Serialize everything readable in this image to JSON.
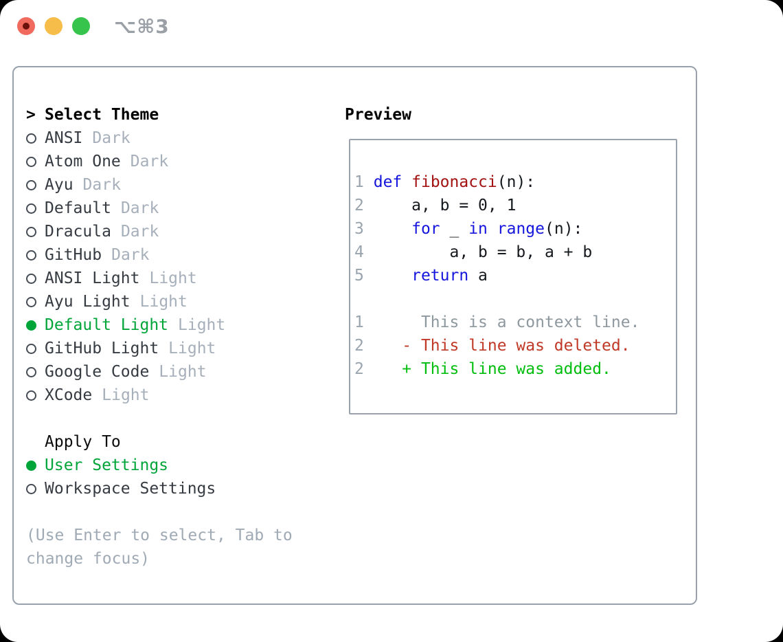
{
  "window": {
    "shortcut_label": "⌥⌘3"
  },
  "colors": {
    "selected_green": "#00a53a",
    "added_green": "#00bd0e",
    "deleted_red": "#c03927",
    "keyword_blue": "#1515dd",
    "function_red": "#a31212",
    "muted_gray": "#a6afba",
    "panel_border": "#99a2ac"
  },
  "theme_picker": {
    "cursor": ">",
    "header": "Select Theme",
    "themes": [
      {
        "name": "ANSI",
        "variant": "Dark",
        "selected": false
      },
      {
        "name": "Atom One",
        "variant": "Dark",
        "selected": false
      },
      {
        "name": "Ayu",
        "variant": "Dark",
        "selected": false
      },
      {
        "name": "Default",
        "variant": "Dark",
        "selected": false
      },
      {
        "name": "Dracula",
        "variant": "Dark",
        "selected": false
      },
      {
        "name": "GitHub",
        "variant": "Dark",
        "selected": false
      },
      {
        "name": "ANSI Light",
        "variant": "Light",
        "selected": false
      },
      {
        "name": "Ayu Light",
        "variant": "Light",
        "selected": false
      },
      {
        "name": "Default Light",
        "variant": "Light",
        "selected": true
      },
      {
        "name": "GitHub Light",
        "variant": "Light",
        "selected": false
      },
      {
        "name": "Google Code",
        "variant": "Light",
        "selected": false
      },
      {
        "name": "XCode",
        "variant": "Light",
        "selected": false
      }
    ],
    "apply_to": {
      "header": "Apply To",
      "options": [
        {
          "label": "User Settings",
          "selected": true
        },
        {
          "label": "Workspace Settings",
          "selected": false
        }
      ]
    },
    "hint_lines": [
      "(Use Enter to select, Tab to",
      "change focus)"
    ]
  },
  "preview": {
    "header": "Preview",
    "code_lines": [
      {
        "tokens": [
          {
            "t": "1",
            "c": "num"
          },
          {
            "t": " ",
            "c": "plain"
          },
          {
            "t": "def",
            "c": "kw"
          },
          {
            "t": " ",
            "c": "plain"
          },
          {
            "t": "fibonacci",
            "c": "fn"
          },
          {
            "t": "(n):",
            "c": "plain"
          }
        ]
      },
      {
        "tokens": [
          {
            "t": "2",
            "c": "num"
          },
          {
            "t": "     a, b = 0, 1",
            "c": "plain"
          }
        ]
      },
      {
        "tokens": [
          {
            "t": "3",
            "c": "num"
          },
          {
            "t": "     ",
            "c": "plain"
          },
          {
            "t": "for",
            "c": "kw"
          },
          {
            "t": " _ ",
            "c": "plain"
          },
          {
            "t": "in",
            "c": "kw"
          },
          {
            "t": " ",
            "c": "plain"
          },
          {
            "t": "range",
            "c": "kw"
          },
          {
            "t": "(n):",
            "c": "plain"
          }
        ]
      },
      {
        "tokens": [
          {
            "t": "4",
            "c": "num"
          },
          {
            "t": "         a, b = b, a + b",
            "c": "plain"
          }
        ]
      },
      {
        "tokens": [
          {
            "t": "5",
            "c": "num"
          },
          {
            "t": "     ",
            "c": "plain"
          },
          {
            "t": "return",
            "c": "kw"
          },
          {
            "t": " a",
            "c": "plain"
          }
        ]
      },
      {
        "tokens": []
      },
      {
        "tokens": [
          {
            "t": "1",
            "c": "num"
          },
          {
            "t": "      This is a context line.",
            "c": "ctx"
          }
        ]
      },
      {
        "tokens": [
          {
            "t": "2",
            "c": "num"
          },
          {
            "t": "    ",
            "c": "plain"
          },
          {
            "t": "- This line was deleted.",
            "c": "del"
          }
        ]
      },
      {
        "tokens": [
          {
            "t": "2",
            "c": "num"
          },
          {
            "t": "    ",
            "c": "plain"
          },
          {
            "t": "+ This line was added.",
            "c": "add"
          }
        ]
      }
    ]
  }
}
